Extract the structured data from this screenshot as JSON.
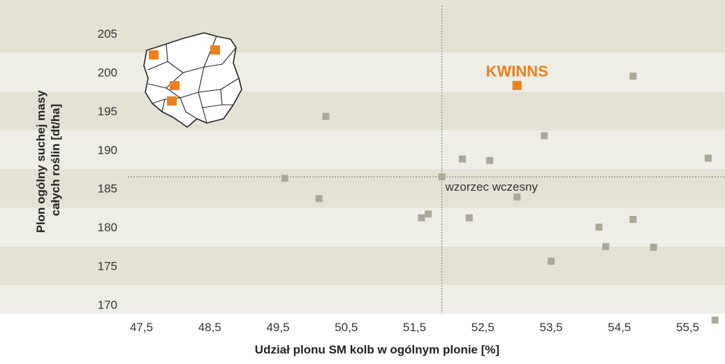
{
  "colors": {
    "band_dark": "#e4e2d5",
    "band_light": "#efeee6",
    "point": "#aaa898",
    "highlight": "#ef7f1a",
    "map_fill": "#ffffff",
    "map_stroke": "#222222",
    "ref_line": "#777777"
  },
  "map_icon": "poland-map-icon",
  "chart_data": {
    "type": "scatter",
    "xlabel": "Udział plonu SM kolb w ogólnym plonie [%]",
    "ylabel": [
      "Plon ogólny suchej masy",
      "całych roślin [dt/ha]"
    ],
    "xlim": [
      47.0,
      56.3
    ],
    "ylim": [
      168.0,
      206.5
    ],
    "xticks": [
      {
        "value": 47.5,
        "label": "47,5"
      },
      {
        "value": 48.5,
        "label": "48,5"
      },
      {
        "value": 49.5,
        "label": "49,5"
      },
      {
        "value": 50.5,
        "label": "50,5"
      },
      {
        "value": 51.5,
        "label": "51,5"
      },
      {
        "value": 52.5,
        "label": "52,5"
      },
      {
        "value": 53.5,
        "label": "53,5"
      },
      {
        "value": 54.5,
        "label": "54,5"
      },
      {
        "value": 55.5,
        "label": "55,5"
      }
    ],
    "yticks": [
      {
        "value": 170,
        "label": "170"
      },
      {
        "value": 175,
        "label": "175"
      },
      {
        "value": 180,
        "label": "180"
      },
      {
        "value": 185,
        "label": "185"
      },
      {
        "value": 190,
        "label": "190"
      },
      {
        "value": 195,
        "label": "195"
      },
      {
        "value": 200,
        "label": "200"
      },
      {
        "value": 205,
        "label": "205"
      }
    ],
    "grid": "horizontal alternating bands",
    "points": [
      {
        "x": 49.6,
        "y": 186.3
      },
      {
        "x": 50.1,
        "y": 183.7
      },
      {
        "x": 50.2,
        "y": 194.3
      },
      {
        "x": 51.6,
        "y": 181.2
      },
      {
        "x": 51.7,
        "y": 181.7
      },
      {
        "x": 52.2,
        "y": 188.8
      },
      {
        "x": 52.3,
        "y": 181.2
      },
      {
        "x": 52.6,
        "y": 188.6
      },
      {
        "x": 53.0,
        "y": 183.9
      },
      {
        "x": 53.4,
        "y": 191.8
      },
      {
        "x": 53.5,
        "y": 175.6
      },
      {
        "x": 54.2,
        "y": 180.0
      },
      {
        "x": 54.3,
        "y": 177.5
      },
      {
        "x": 54.7,
        "y": 181.0
      },
      {
        "x": 54.7,
        "y": 199.5
      },
      {
        "x": 55.0,
        "y": 177.4
      },
      {
        "x": 55.8,
        "y": 188.9
      },
      {
        "x": 55.9,
        "y": 168.0
      }
    ],
    "reference": {
      "x": 51.9,
      "y": 186.5,
      "label": "wzorzec wczesny"
    },
    "highlight": {
      "x": 53.0,
      "y": 198.3,
      "label": "KWINNS"
    }
  }
}
